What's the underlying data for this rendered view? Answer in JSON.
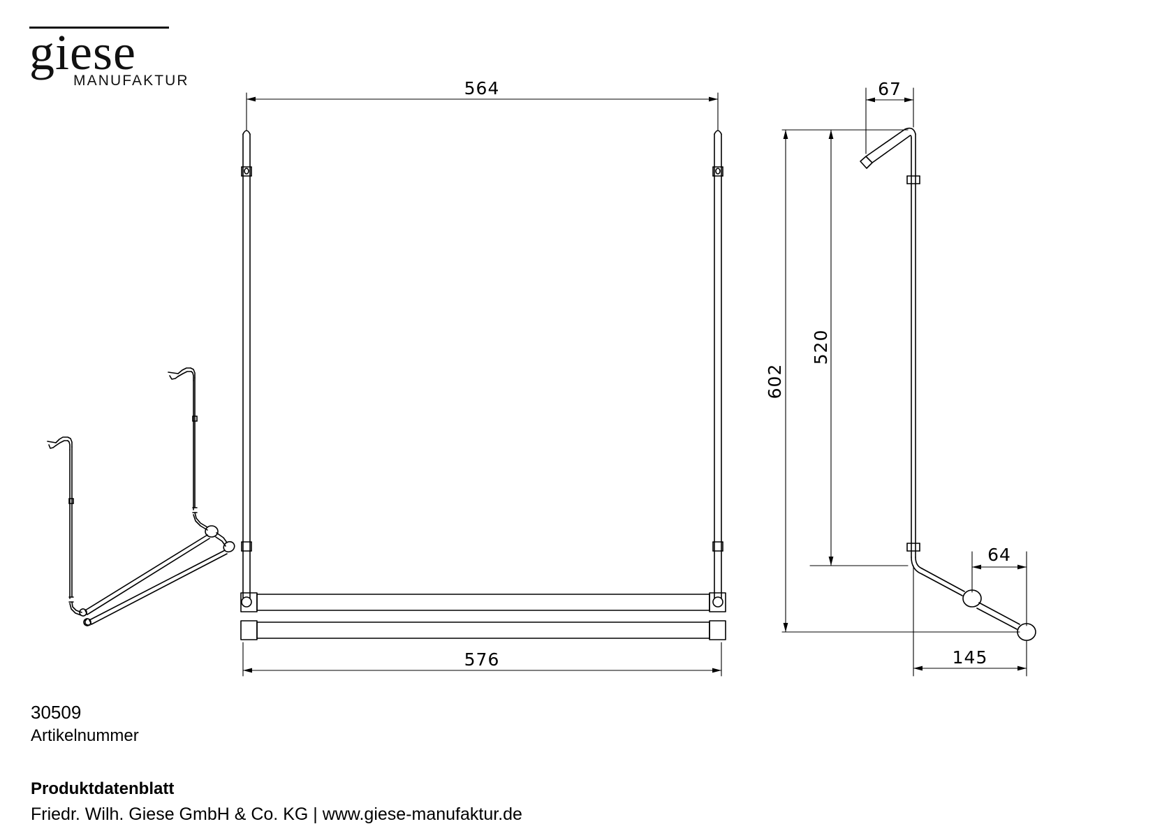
{
  "brand": {
    "name": "giese",
    "subtitle": "MANUFAKTUR"
  },
  "article": {
    "number": "30509",
    "caption": "Artikelnummer"
  },
  "footer": {
    "title": "Produktdatenblatt",
    "company": "Friedr. Wilh. Giese GmbH & Co. KG | www.giese-manufaktur.de"
  },
  "colors": {
    "line": "#000000",
    "background": "#ffffff"
  },
  "drawing": {
    "views": [
      {
        "name": "isometric-view",
        "label": ""
      },
      {
        "name": "front-elevation",
        "label": ""
      },
      {
        "name": "side-elevation",
        "label": ""
      }
    ],
    "dimensions": {
      "front_top_width": "564",
      "front_bottom_width": "576",
      "side_hook_depth": "67",
      "side_total_height": "602",
      "side_upper_height": "520",
      "side_arm_offset": "64",
      "side_bottom_depth": "145"
    }
  }
}
